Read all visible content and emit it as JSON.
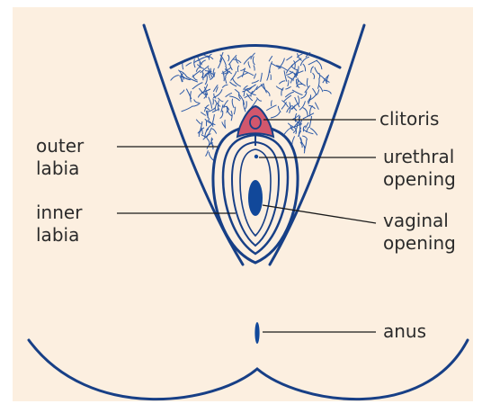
{
  "colors": {
    "background": "#fcefe0",
    "outline": "#173f86",
    "hair": "#2d5aa7",
    "clitoris_fill": "#d2576d",
    "opening_fill": "#11489a",
    "text": "#2b2b2b",
    "leader": "#1a1a1a"
  },
  "labels": {
    "clitoris": "clitoris",
    "urethral_opening": [
      "urethral",
      "opening"
    ],
    "outer_labia": [
      "outer",
      "labia"
    ],
    "inner_labia": [
      "inner",
      "labia"
    ],
    "vaginal_opening": [
      "vaginal",
      "opening"
    ],
    "anus": "anus"
  }
}
